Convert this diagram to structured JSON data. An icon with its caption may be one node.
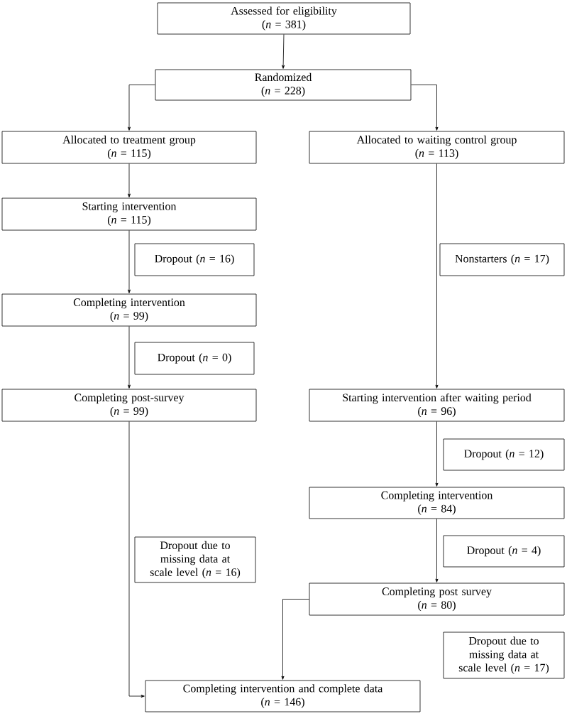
{
  "diagram": {
    "nodes": [
      {
        "text": [
          "Assessed for eligibility",
          "(*n* = 381)"
        ]
      },
      {
        "text": [
          "Randomized",
          "(*n* = 228)"
        ]
      },
      {
        "text": [
          "Allocated to treatment group",
          "(*n* = 115)"
        ]
      },
      {
        "text": [
          "Allocated to waiting control group",
          "(*n* = 113)"
        ]
      },
      {
        "text": [
          "Starting intervention",
          "(*n* = 115)"
        ]
      },
      {
        "text": [
          "Dropout (*n* = 16)"
        ]
      },
      {
        "text": [
          "Completing intervention",
          "(*n* = 99)"
        ]
      },
      {
        "text": [
          "Dropout (*n* = 0)"
        ]
      },
      {
        "text": [
          "Completing post-survey",
          "(*n* = 99)"
        ]
      },
      {
        "text": [
          "Nonstarters (*n* = 17)"
        ]
      },
      {
        "text": [
          "Starting intervention after waiting period",
          "(*n* = 96)"
        ]
      },
      {
        "text": [
          "Dropout (*n* = 12)"
        ]
      },
      {
        "text": [
          "Completing intervention",
          "(*n* = 84)"
        ]
      },
      {
        "text": [
          "Dropout (*n* = 4)"
        ]
      },
      {
        "text": [
          "Completing post survey",
          "(*n* = 80)"
        ]
      },
      {
        "text": [
          "Dropout due to missing data at scale level (*n* = 16)"
        ]
      },
      {
        "text": [
          "Dropout due to missing data at scale level (*n* = 17)"
        ]
      },
      {
        "text": [
          "Completing intervention and complete data",
          "(*n* = 146)"
        ]
      }
    ],
    "edges": [
      {
        "from": 0,
        "to": 1,
        "arrow": "to"
      },
      {
        "from": 1,
        "to": 2,
        "arrow": "to"
      },
      {
        "from": 1,
        "to": 3,
        "arrow": "to"
      },
      {
        "from": 2,
        "to": 4,
        "arrow": "to"
      },
      {
        "from": 4,
        "to": 6,
        "arrow": "to"
      },
      {
        "from": 6,
        "to": 8,
        "arrow": "to"
      },
      {
        "from": 3,
        "to": 10,
        "arrow": "to"
      },
      {
        "from": 10,
        "to": 12,
        "arrow": "to"
      },
      {
        "from": 12,
        "to": 14,
        "arrow": "to"
      },
      {
        "from": 8,
        "to": 17,
        "arrow": "to"
      },
      {
        "from": 14,
        "to": 17,
        "arrow": "to"
      }
    ]
  }
}
